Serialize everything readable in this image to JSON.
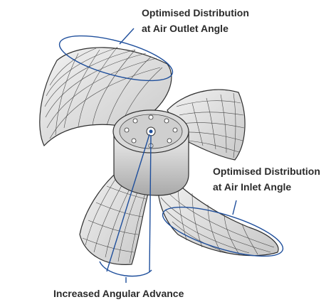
{
  "callouts": {
    "outlet": {
      "line1": "Optimised Distribution",
      "line2": "at Air Outlet Angle"
    },
    "inlet": {
      "line1": "Optimised Distribution",
      "line2": "at Air Inlet Angle"
    },
    "advance": {
      "line1": "Increased Angular Advance"
    }
  },
  "colors": {
    "annotation": "#1f4f9c",
    "blade_fill": "#e4e4e4",
    "blade_shadow": "#b9b9b9",
    "mesh": "#2e2e2e",
    "hub": "#d9d9d9",
    "label": "#2b2b2b"
  }
}
